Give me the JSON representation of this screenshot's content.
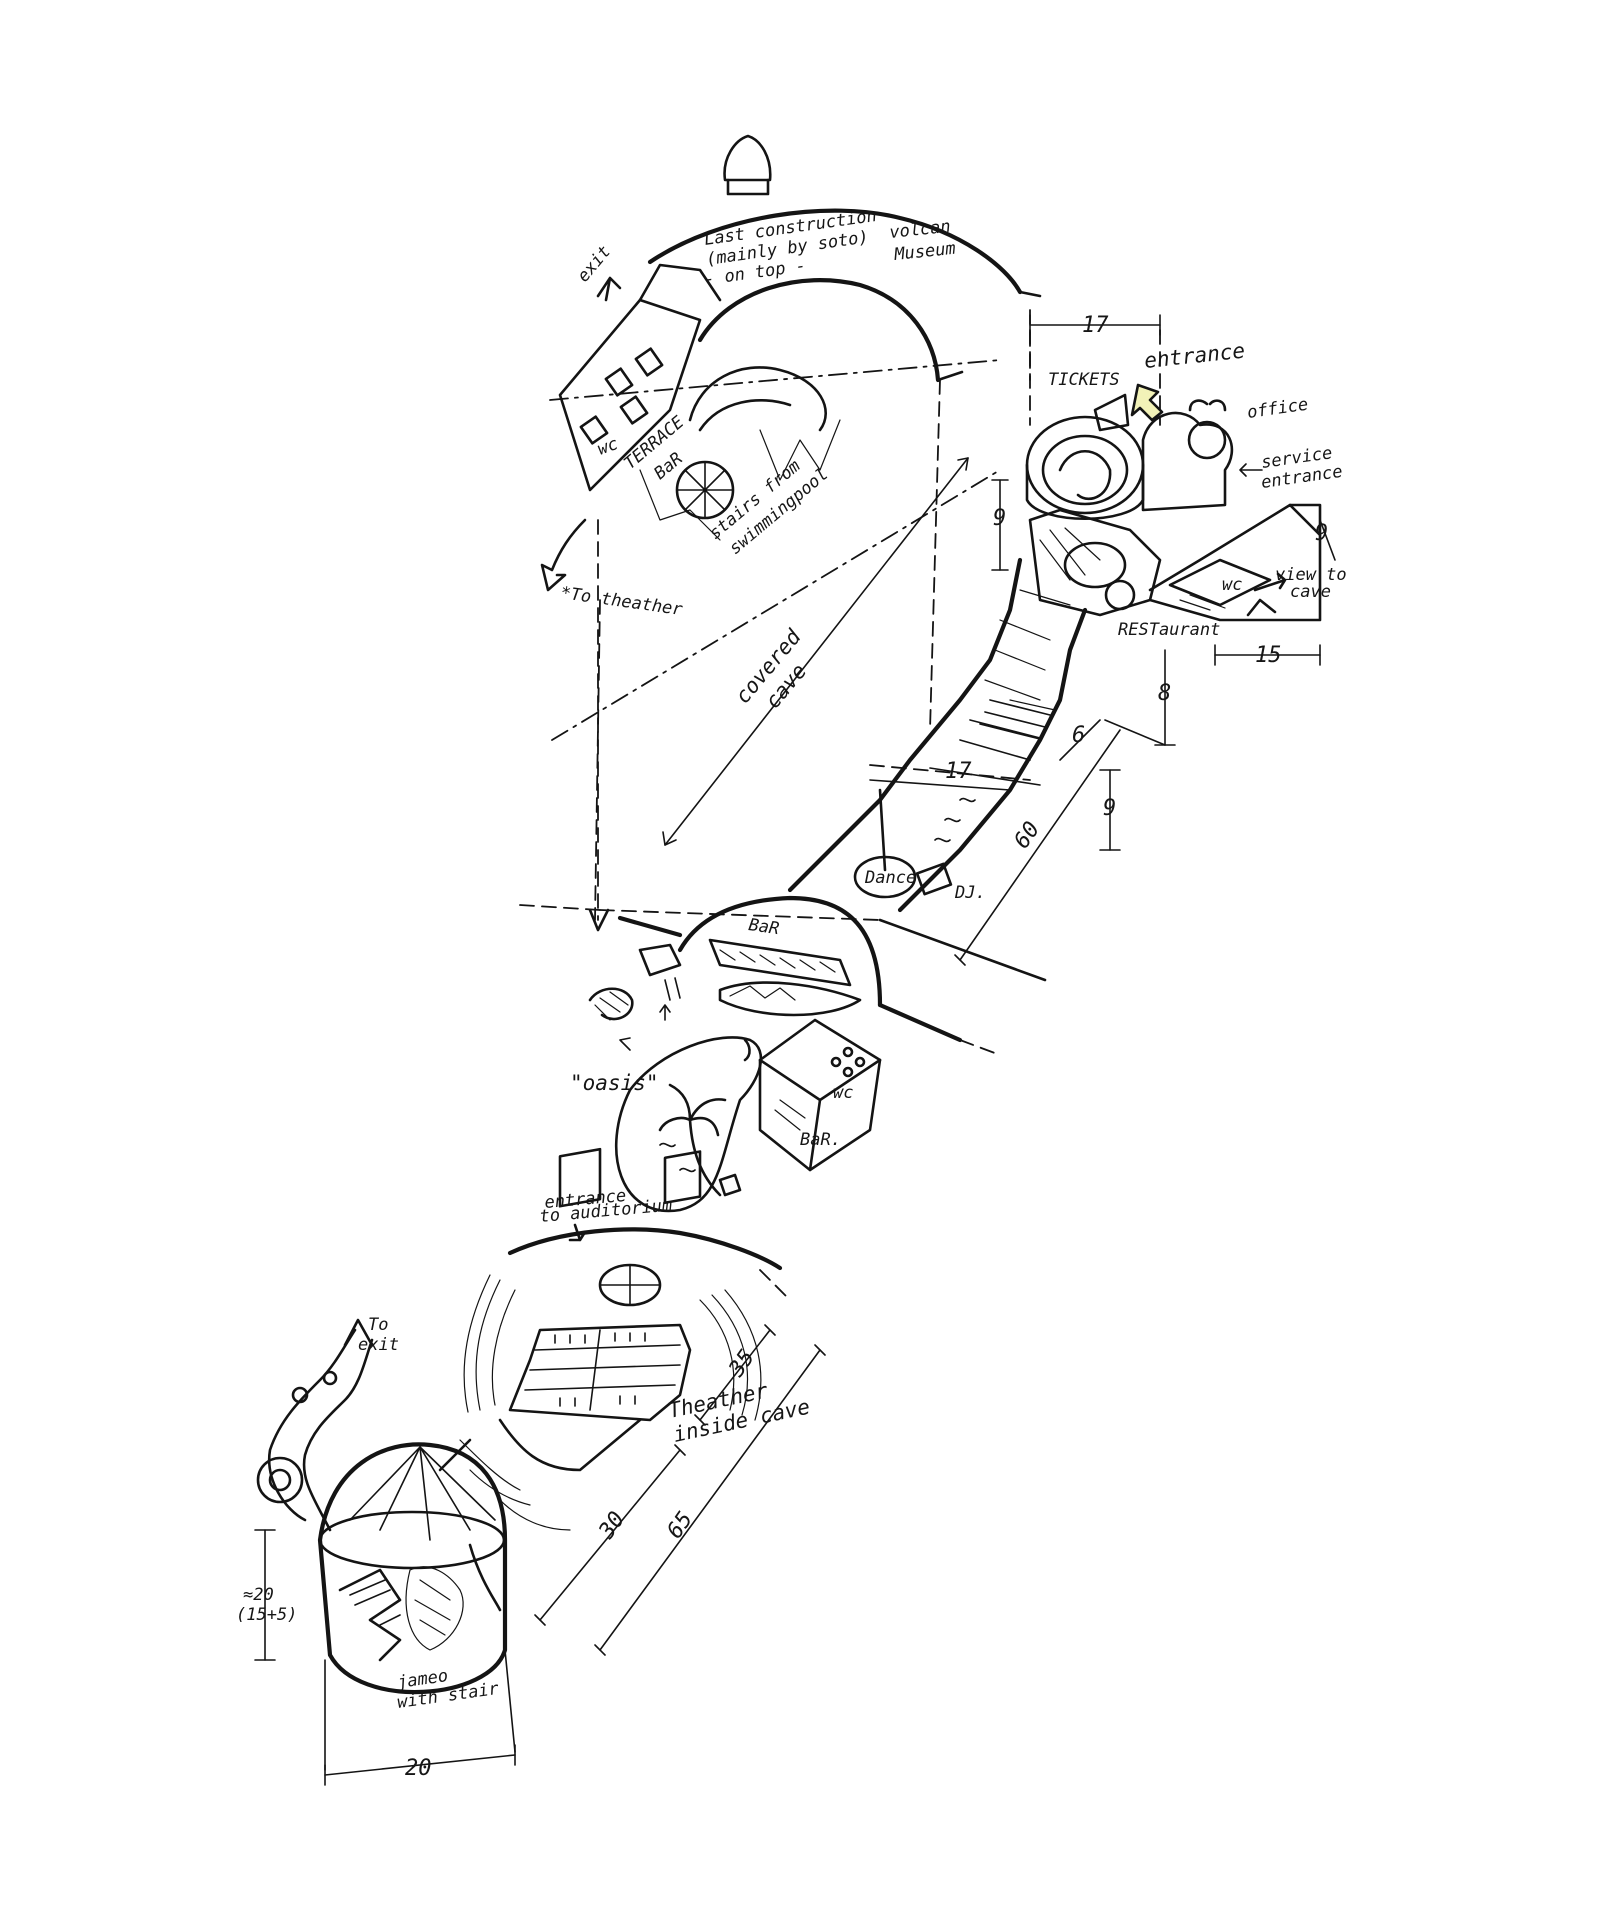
{
  "labels": {
    "exit_top": "exit",
    "last_construction": "Last construction",
    "mainly_by_soto": "(mainly by soto)",
    "on_top": "- on top -",
    "volcan_museum_1": "volcan",
    "volcan_museum_2": "Museum",
    "terrace": "TERRACE",
    "bar_terrace": "BaR",
    "wc_left": "wc",
    "stairs_from": "stairs from",
    "swimming_pool": "swimmingpool",
    "to_theather": "*To theather",
    "tickets": "TICKETS",
    "entrance": "entrance",
    "office": "office",
    "service_entrance_1": "service",
    "service_entrance_2": "entrance",
    "restaurant": "RESTaurant",
    "wc_right": "wc",
    "view_to_cave_1": "view to",
    "view_to_cave_2": "cave",
    "covered_cave_1": "covered",
    "covered_cave_2": "cave",
    "dance": "Dance",
    "dj": "DJ.",
    "bar_middle": "BaR",
    "oasis": "\"oasis\"",
    "wc_oasis": "wc",
    "bar_oasis": "BaR.",
    "entrance_auditorium_1": "entrance",
    "entrance_auditorium_2": "to auditorium",
    "theather_inside_cave_1": "Theather",
    "theather_inside_cave_2": "inside cave",
    "to_exit_1": "To",
    "to_exit_2": "exit",
    "jameo_with_stair_1": "jameo",
    "jameo_with_stair_2": "with stair",
    "height_jameo_1": "≈20",
    "height_jameo_2": "(15+5)"
  },
  "dimensions": {
    "d17_top": "17",
    "d9_entrance": "9",
    "d9_right": "9",
    "d8": "8",
    "d15": "15",
    "d6": "6",
    "d17_mid": "17",
    "d9_mid": "9",
    "d60": "60",
    "d35": "35",
    "d30": "30",
    "d65": "65",
    "d20": "20"
  },
  "colors": {
    "ink": "#141414",
    "paper": "#ffffff",
    "entrance_arrow": "#f2f2b8"
  }
}
